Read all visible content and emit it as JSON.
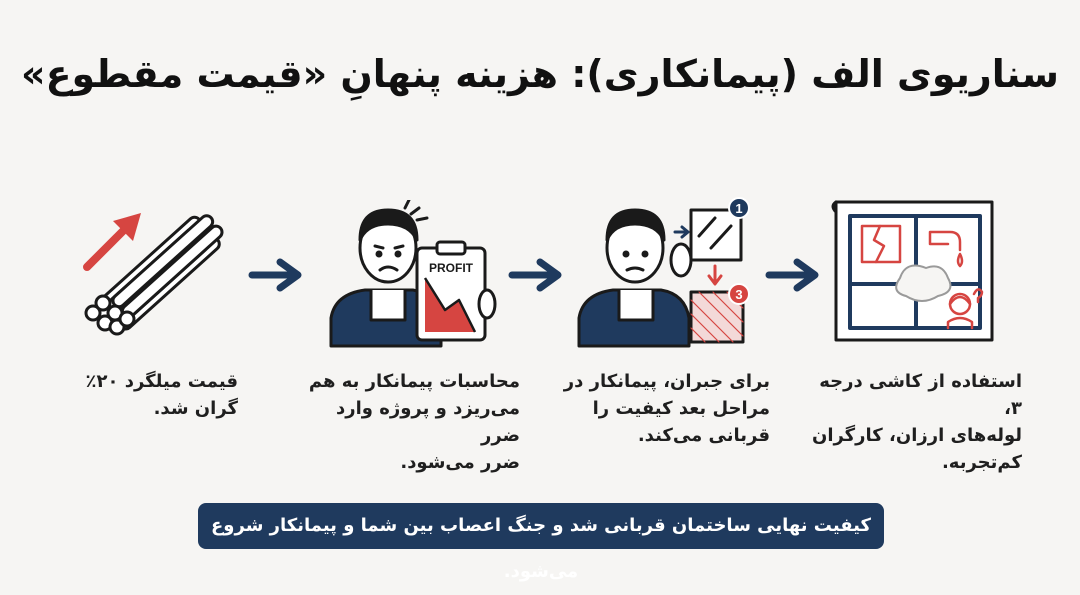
{
  "title": "سناریوی الف (پیمانکاری): هزینه پنهانِ «قیمت مقطوع»",
  "steps": [
    {
      "caption": "قیمت میلگرد ۲۰٪\nگران شد."
    },
    {
      "caption": "محاسبات پیمانکار به هم\nمی‌ریزد و پروژه وارد ضرر\nضرر می‌شود.",
      "clipboard_label": "PROFIT"
    },
    {
      "caption": "برای جبران، پیمانکار در\nمراحل بعد کیفیت را\nقربانی می‌کند.",
      "badge_1": "1",
      "badge_3": "3"
    },
    {
      "caption": "استفاده از کاشی درجه ۳،\nلوله‌های ارزان، کارگران\nکم‌تجربه."
    }
  ],
  "banner": "کیفیت نهایی ساختمان قربانی شد و جنگ اعصاب بین شما و پیمانکار شروع می‌شود.",
  "colors": {
    "navy": "#1f3a5e",
    "red": "#d64541",
    "ink": "#1a1a1a",
    "bg": "#f6f5f3"
  }
}
